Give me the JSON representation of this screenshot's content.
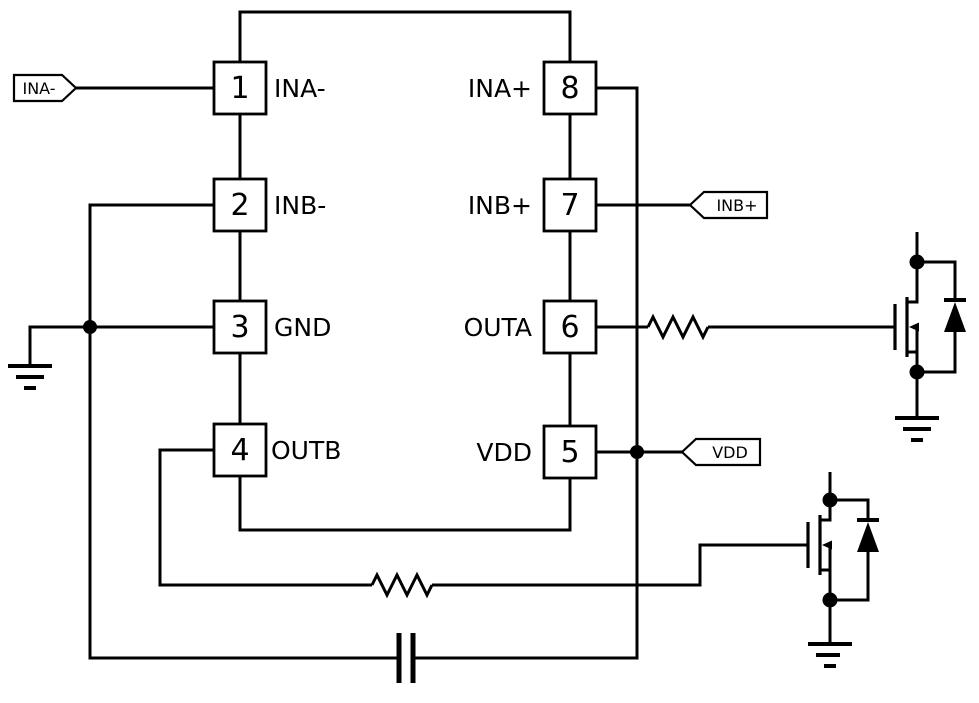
{
  "colors": {
    "stroke": "#000000",
    "background": "#ffffff"
  },
  "ic": {
    "pins": {
      "left": [
        {
          "number": "1",
          "label": "INA-"
        },
        {
          "number": "2",
          "label": "INB-"
        },
        {
          "number": "3",
          "label": "GND"
        },
        {
          "number": "4",
          "label": "OUTB"
        }
      ],
      "right": [
        {
          "number": "8",
          "label": "INA+"
        },
        {
          "number": "7",
          "label": "INB+"
        },
        {
          "number": "6",
          "label": "OUTA"
        },
        {
          "number": "5",
          "label": "VDD"
        }
      ]
    }
  },
  "net_flags": {
    "ina_minus": "INA-",
    "inb_plus": "INB+",
    "vdd": "VDD"
  }
}
